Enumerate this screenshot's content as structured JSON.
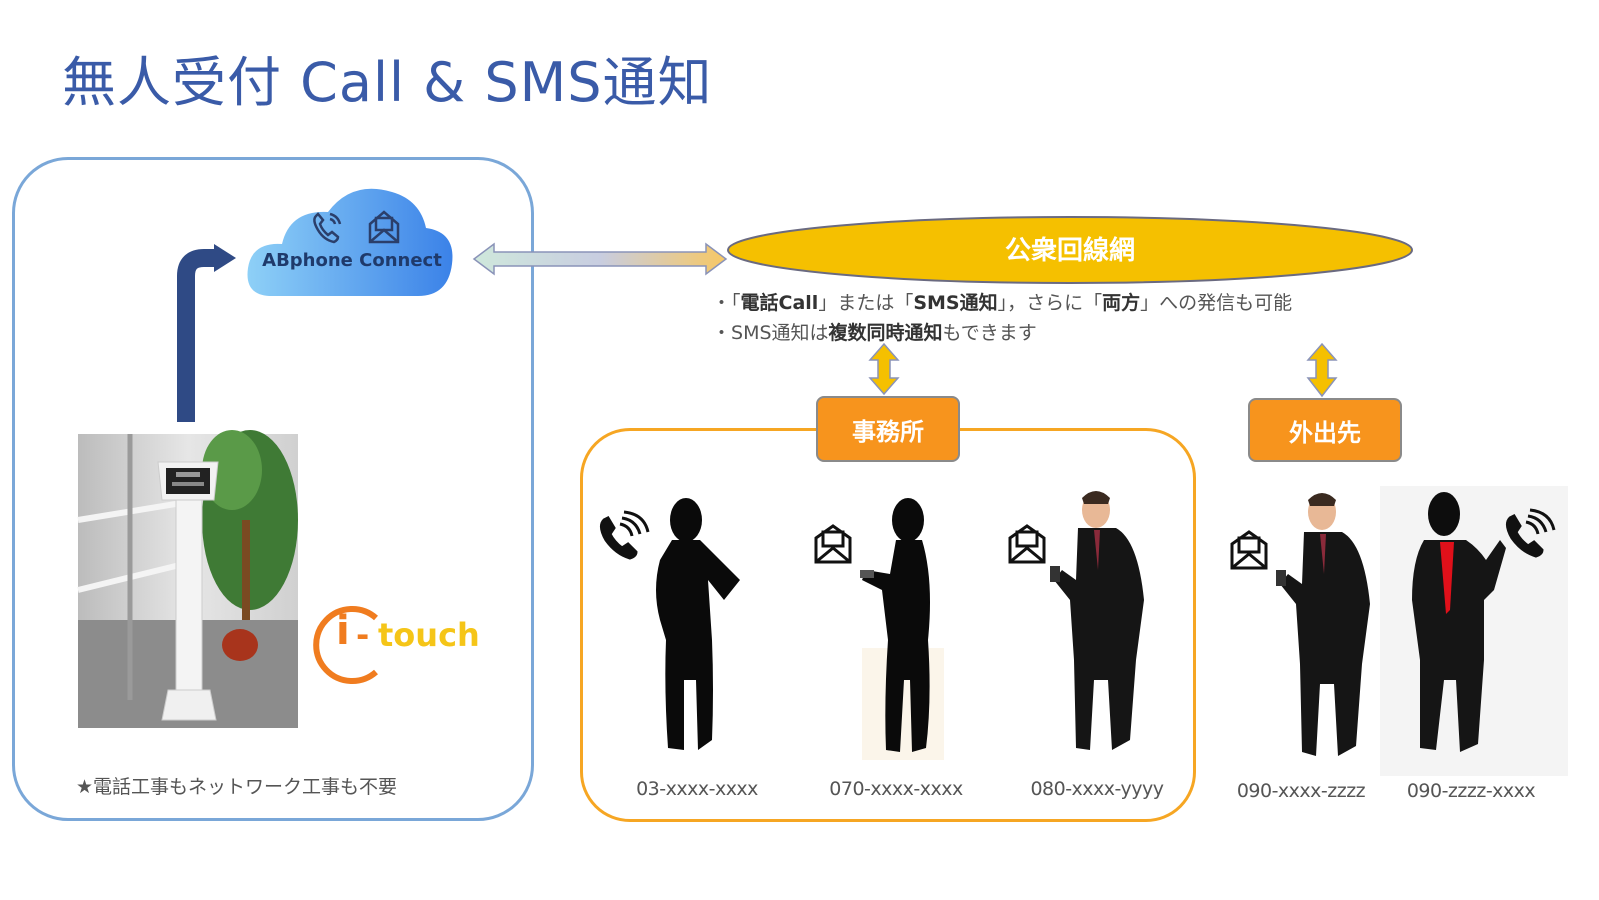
{
  "title": "無人受付 Call & SMS通知",
  "cloud": {
    "label": "ABphone Connect",
    "icons": [
      "phone-ringing-icon",
      "envelope-icon"
    ],
    "gradient": [
      "#8ed0f7",
      "#3b82e8"
    ]
  },
  "public_network": {
    "label": "公衆回線網",
    "color": "#f5c000"
  },
  "notes": {
    "line1": {
      "bullet": "・",
      "parts": [
        {
          "text": "「",
          "bold": false
        },
        {
          "text": "電話Call",
          "bold": true
        },
        {
          "text": "」または「",
          "bold": false
        },
        {
          "text": "SMS通知",
          "bold": true
        },
        {
          "text": "」，さらに「",
          "bold": false
        },
        {
          "text": "両方",
          "bold": true
        },
        {
          "text": "」への発信も可能",
          "bold": false
        }
      ]
    },
    "line2": {
      "bullet": "・",
      "parts": [
        {
          "text": "SMS通知は",
          "bold": false
        },
        {
          "text": "複数同時通知",
          "bold": true
        },
        {
          "text": "もできます",
          "bold": false
        }
      ]
    }
  },
  "groups": {
    "office": {
      "label": "事務所",
      "color": "#f7941d"
    },
    "outside": {
      "label": "外出先",
      "color": "#f7941d"
    }
  },
  "contacts": [
    {
      "number": "03-xxxx-xxxx",
      "icon": "phone-ringing-icon",
      "figure": "woman-silhouette"
    },
    {
      "number": "070-xxxx-xxxx",
      "icon": "envelope-icon",
      "figure": "woman-with-phone"
    },
    {
      "number": "080-xxxx-yyyy",
      "icon": "envelope-icon",
      "figure": "businessman-with-phone"
    },
    {
      "number": "090-xxxx-zzzz",
      "icon": "envelope-icon",
      "figure": "businessman-with-phone"
    },
    {
      "number": "090-zzzz-xxxx",
      "icon": "phone-ringing-icon",
      "figure": "businessman-on-call"
    }
  ],
  "kiosk": {
    "logo_i": "i",
    "logo_dash": "-",
    "logo_text": "touch"
  },
  "footnote": "★電話工事もネットワーク工事も不要",
  "colors": {
    "title": "#3a5ba8",
    "left_border": "#7aa7d8",
    "office_border": "#f6a623",
    "arrow_dark": "#2f4a85"
  }
}
